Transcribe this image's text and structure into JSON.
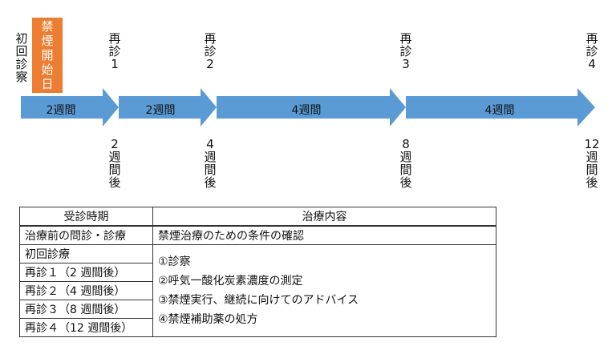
{
  "timeline": {
    "initial_exam": [
      "初",
      "回",
      "診",
      "察"
    ],
    "quit_start": [
      "禁",
      "煙",
      "開",
      "始",
      "日"
    ],
    "visits": [
      {
        "top": [
          "再",
          "診",
          "1"
        ],
        "bottom": [
          "2",
          "週",
          "間",
          "後"
        ]
      },
      {
        "top": [
          "再",
          "診",
          "2"
        ],
        "bottom": [
          "4",
          "週",
          "間",
          "後"
        ]
      },
      {
        "top": [
          "再",
          "診",
          "3"
        ],
        "bottom": [
          "8",
          "週",
          "間",
          "後"
        ]
      },
      {
        "top": [
          "再",
          "診",
          "4"
        ],
        "bottom": [
          "12",
          "週",
          "間",
          "後"
        ]
      }
    ],
    "segments": [
      "2週間",
      "2週間",
      "4週間",
      "4週間"
    ],
    "arrow_color": "#5B9BD5",
    "start_color": "#ED7D31"
  },
  "table": {
    "headers": [
      "受診時期",
      "治療内容"
    ],
    "row_pre": {
      "period": "治療前の問診・診療",
      "content": "禁煙治療のための条件の確認"
    },
    "periods": [
      "初回診療",
      "再診１（2 週間後）",
      "再診２（4 週間後）",
      "再診３（8 週間後）",
      "再診４（12 週間後）"
    ],
    "contents": [
      "①診察",
      "②呼気一酸化炭素濃度の測定",
      "③禁煙実行、継続に向けてのアドバイス",
      "④禁煙補助薬の処方"
    ]
  }
}
